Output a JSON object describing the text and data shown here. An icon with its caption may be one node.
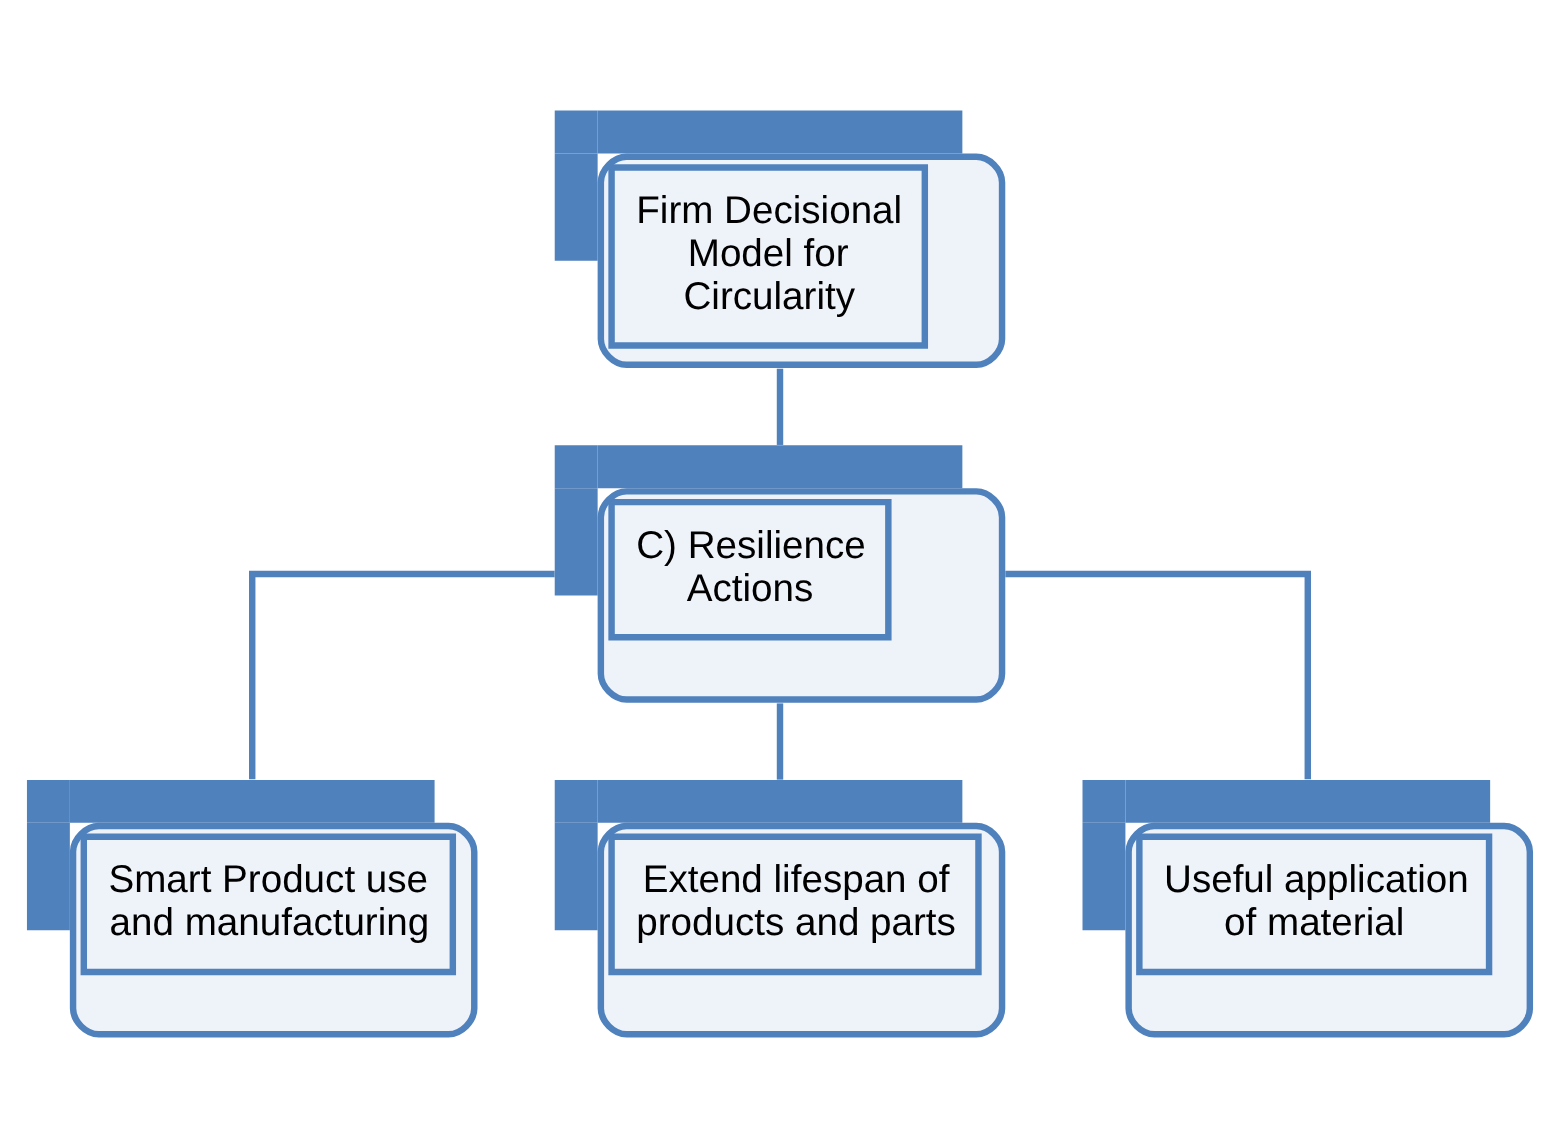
{
  "diagram": {
    "nodes": [
      {
        "text": [
          "Firm Decisional Model for Circularity"
        ]
      },
      {
        "text": [
          "C) Resilience Actions"
        ]
      },
      {
        "text": [
          "Smart Product use and manufacturing"
        ]
      },
      {
        "text": [
          "Extend lifespan of products and parts"
        ]
      },
      {
        "text": [
          "Useful application of material"
        ]
      }
    ],
    "edges": [
      {
        "from": 0,
        "to": 1,
        "arrow": "none"
      },
      {
        "from": 1,
        "to": 2,
        "arrow": "none"
      },
      {
        "from": 1,
        "to": 3,
        "arrow": "none"
      },
      {
        "from": 1,
        "to": 4,
        "arrow": "none"
      }
    ]
  }
}
